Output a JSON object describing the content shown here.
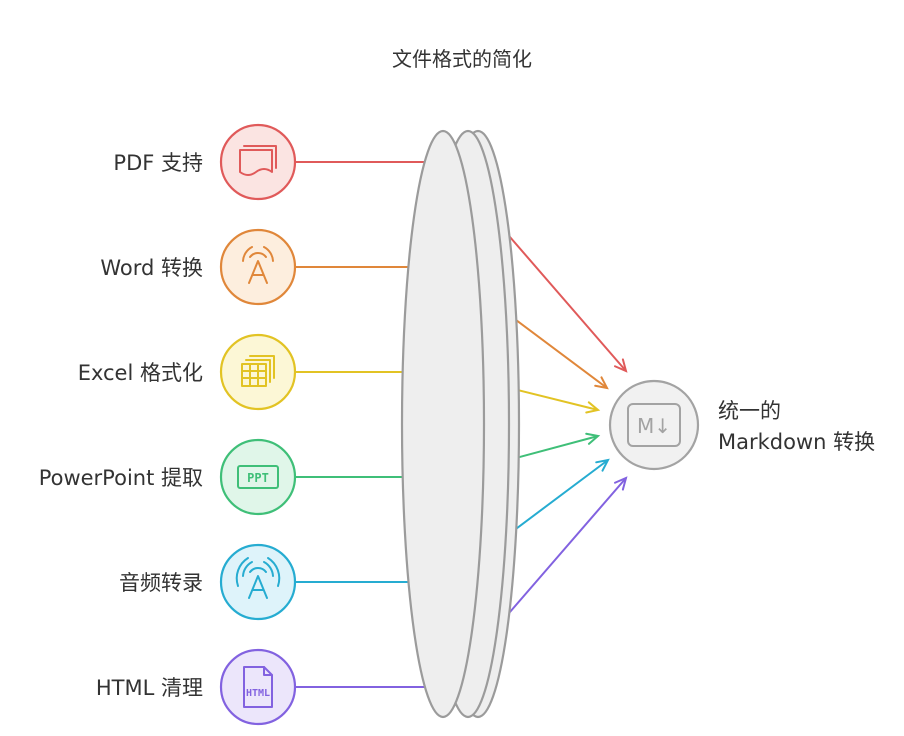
{
  "title": "文件格式的简化",
  "inputs": [
    {
      "label": "PDF 支持",
      "icon": "pdf-document-icon",
      "color": "#e05a5a",
      "fill": "#fbe4e2"
    },
    {
      "label": "Word 转换",
      "icon": "letter-a-signal-icon",
      "color": "#e0873a",
      "fill": "#fdeede"
    },
    {
      "label": "Excel 格式化",
      "icon": "spreadsheet-icon",
      "color": "#e2c324",
      "fill": "#fcf7d6"
    },
    {
      "label": "PowerPoint 提取",
      "icon": "ppt-icon",
      "color": "#3fbf78",
      "fill": "#e0f6e9"
    },
    {
      "label": "音频转录",
      "icon": "audio-letter-a-icon",
      "color": "#26acd1",
      "fill": "#def3fa"
    },
    {
      "label": "HTML 清理",
      "icon": "html-file-icon",
      "color": "#8262e0",
      "fill": "#ece6fb"
    }
  ],
  "lens": {
    "fill": "#eeeeee",
    "stroke": "#9b9b9b"
  },
  "output": {
    "line1": "统一的",
    "line2": "Markdown 转换",
    "icon_text": "M↓",
    "icon": "markdown-icon",
    "fill": "#f1f1f1",
    "stroke": "#a3a3a3"
  }
}
